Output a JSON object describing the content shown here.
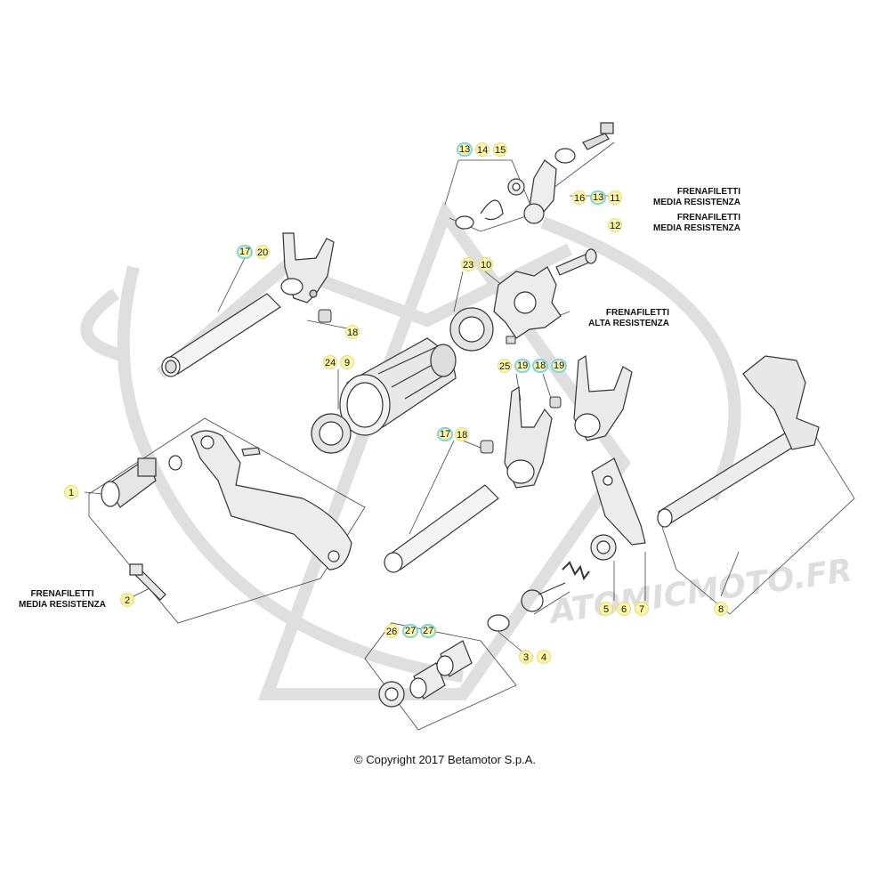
{
  "labels": {
    "b1": "1",
    "b2": "2",
    "b3": "3",
    "b4": "4",
    "b5": "5",
    "b6": "6",
    "b7": "7",
    "b8": "8",
    "b9": "9",
    "b10": "10",
    "b11": "11",
    "b12": "12",
    "b13a": "13",
    "b14": "14",
    "b15": "15",
    "b16": "16",
    "b13b": "13",
    "b17a": "17",
    "b20": "20",
    "b18a": "18",
    "b23": "23",
    "b24": "24",
    "b25": "25",
    "b19a": "19",
    "b18b": "18",
    "b19b": "19",
    "b17b": "17",
    "b18c": "18",
    "b26": "26",
    "b27a": "27",
    "b27b": "27"
  },
  "notes": {
    "n1_line1": "FRENAFILETTI",
    "n1_line2": "MEDIA RESISTENZA",
    "n2_line1": "FRENAFILETTI",
    "n2_line2": "MEDIA RESISTENZA",
    "n3_line1": "FRENAFILETTI",
    "n3_line2": "ALTA RESISTENZA",
    "n4_line1": "FRENAFILETTI",
    "n4_line2": "MEDIA RESISTENZA"
  },
  "watermark": "ATOMICMOTO.FR",
  "copyright": "© Copyright 2017 Betamotor S.p.A.",
  "colors": {
    "badge_fill": "#fbf6a8",
    "badge_border_highlight": "#7fd3e6",
    "line": "#333333",
    "watermark": "#d9d9d9"
  }
}
